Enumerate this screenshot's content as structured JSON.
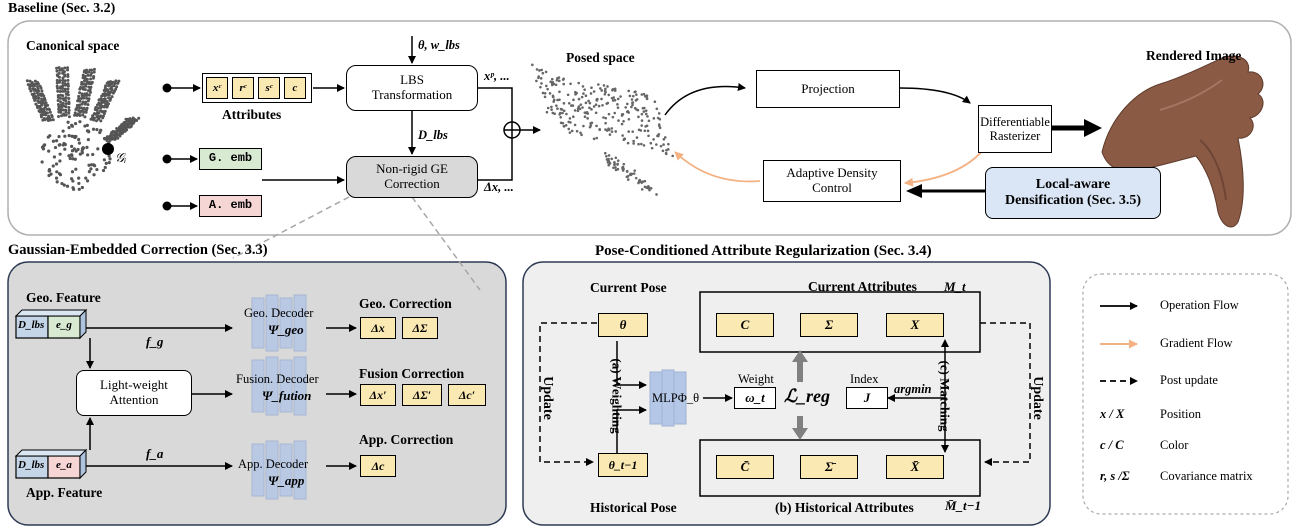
{
  "top": {
    "title": "Baseline (Sec. 3.2)",
    "canonical": "Canonical space",
    "gaussian_label": "𝒢ᵢ",
    "attributes": [
      "xᶜ",
      "rᶜ",
      "sᶜ",
      "c"
    ],
    "attributes_label": "Attributes",
    "theta_w": "θ, w_lbs",
    "lbs": "LBS Transformation",
    "xp": "xᵖ, ...",
    "dlbs": "D_lbs",
    "g_emb": "G. emb",
    "a_emb": "A. emb",
    "nonrigid": "Non-rigid GE Correction",
    "dx": "Δx, ...",
    "posed": "Posed space",
    "projection": "Projection",
    "rasterizer": "Differentiable Rasterizer",
    "rendered": "Rendered Image",
    "adc": "Adaptive Density Control",
    "local": "Local-aware Densification (Sec. 3.5)"
  },
  "gec": {
    "title": "Gaussian-Embedded Correction (Sec. 3.3)",
    "geo_feature": "Geo. Feature",
    "app_feature": "App. Feature",
    "dlbs": "D_lbs",
    "eg": "e_g",
    "ea": "e_a",
    "fg": "f_g",
    "fa": "f_a",
    "attention": "Light-weight Attention",
    "geo_decoder": "Geo. Decoder",
    "psi_geo": "Ψ_geo",
    "fusion_decoder": "Fusion. Decoder",
    "psi_fusion": "Ψ_fution",
    "app_decoder": "App. Decoder",
    "psi_app": "Ψ_app",
    "geo_correction": "Geo. Correction",
    "fusion_correction": "Fusion Correction",
    "app_correction": "App. Correction",
    "geo_cells": [
      "Δx",
      "ΔΣ"
    ],
    "fusion_cells": [
      "Δx′",
      "ΔΣ′",
      "Δc′"
    ],
    "app_cells": [
      "Δc"
    ]
  },
  "pcar": {
    "title": "Pose-Conditioned Attribute Regularization (Sec. 3.4)",
    "current_pose": "Current Pose",
    "historical_pose": "Historical Pose",
    "theta": "θ",
    "theta_prev": "θ_t−1",
    "current_attributes": "Current Attributes",
    "mt": "M_t",
    "historical_attributes": "(b) Historical Attributes",
    "mt_prev": "M̄_t−1",
    "current_cells": [
      "C",
      "Σ",
      "X"
    ],
    "historical_cells": [
      "C̄",
      "Σ̄",
      "X̄"
    ],
    "mlp": "MLPΦ_θ",
    "weight": "Weight",
    "omega": "ω_t",
    "lreg": "ℒ_reg",
    "index": "Index",
    "j": "J",
    "argmin": "argmin",
    "weighting": "(a) Weighting",
    "matching": "(c) Matching",
    "update_left": "Update",
    "update_right": "Update"
  },
  "legend": [
    {
      "key": "arrow",
      "label": "Operation Flow"
    },
    {
      "key": "orange-arrow",
      "label": "Gradient Flow"
    },
    {
      "key": "dashed-arrow",
      "label": "Post update"
    },
    {
      "key": "x / X",
      "label": "Position"
    },
    {
      "key": "c / C",
      "label": "Color"
    },
    {
      "key": "r, s /Σ",
      "label": "Covariance matrix"
    }
  ],
  "colors": {
    "yellow": "#fbe9b4",
    "green": "#d9ead3",
    "pink": "#f6d5d5",
    "blue_box": "#dae6f5",
    "gray_panel": "#d9d9d9",
    "light_panel": "#efefef",
    "orange": "#f4b183",
    "decoder": "#b4c7e7"
  }
}
